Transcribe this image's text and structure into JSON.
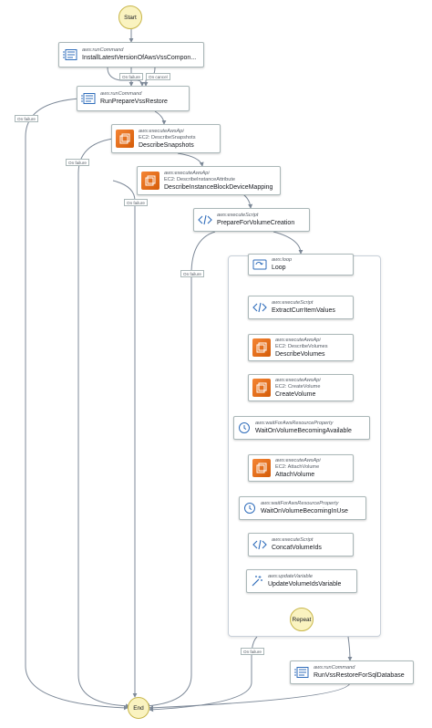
{
  "start_label": "Start",
  "end_label": "End",
  "repeat_label": "Repeat",
  "edge_labels": {
    "on_failure": "On failure",
    "on_cancel": "On cancel"
  },
  "steps": {
    "install": {
      "type": "aws:runCommand",
      "name": "InstallLatestVersionOfAwsVssCompon...",
      "icon": "run-command-icon"
    },
    "prepare_restore": {
      "type": "aws:runCommand",
      "name": "RunPrepareVssRestore",
      "icon": "run-command-icon"
    },
    "describe_snapshots": {
      "type": "aws:executeAwsApi",
      "sub": "EC2: DescribeSnapshots",
      "name": "DescribeSnapshots",
      "icon": "ec2-icon"
    },
    "describe_bdm": {
      "type": "aws:executeAwsApi",
      "sub": "EC2: DescribeInstanceAttribute",
      "name": "DescribeInstanceBlockDeviceMapping",
      "icon": "ec2-icon"
    },
    "prepare_volume": {
      "type": "aws:executeScript",
      "name": "PrepareForVolumeCreation",
      "icon": "script-icon"
    },
    "loop": {
      "type": "aws:loop",
      "name": "Loop",
      "icon": "loop-icon"
    },
    "extract_current": {
      "type": "aws:executeScript",
      "name": "ExtractCurrItemValues",
      "icon": "script-icon"
    },
    "describe_volumes": {
      "type": "aws:executeAwsApi",
      "sub": "EC2: DescribeVolumes",
      "name": "DescribeVolumes",
      "icon": "ec2-icon"
    },
    "create_volume": {
      "type": "aws:executeAwsApi",
      "sub": "EC2: CreateVolume",
      "name": "CreateVolume",
      "icon": "ec2-icon"
    },
    "wait_available": {
      "type": "aws:waitForAwsResourceProperty",
      "name": "WaitOnVolumeBecomingAvailable",
      "icon": "clock-icon"
    },
    "attach_volume": {
      "type": "aws:executeAwsApi",
      "sub": "EC2: AttachVolume",
      "name": "AttachVolume",
      "icon": "ec2-icon"
    },
    "wait_inuse": {
      "type": "aws:waitForAwsResourceProperty",
      "name": "WaitOnVolumeBecomingInUse",
      "icon": "clock-icon"
    },
    "concat_ids": {
      "type": "aws:executeScript",
      "name": "ConcatVolumeIds",
      "icon": "script-icon"
    },
    "update_var": {
      "type": "aws:updateVariable",
      "name": "UpdateVolumeIdsVariable",
      "icon": "wand-icon"
    },
    "run_sql_restore": {
      "type": "aws:runCommand",
      "name": "RunVssRestoreForSqlDatabase",
      "icon": "run-command-icon"
    }
  }
}
